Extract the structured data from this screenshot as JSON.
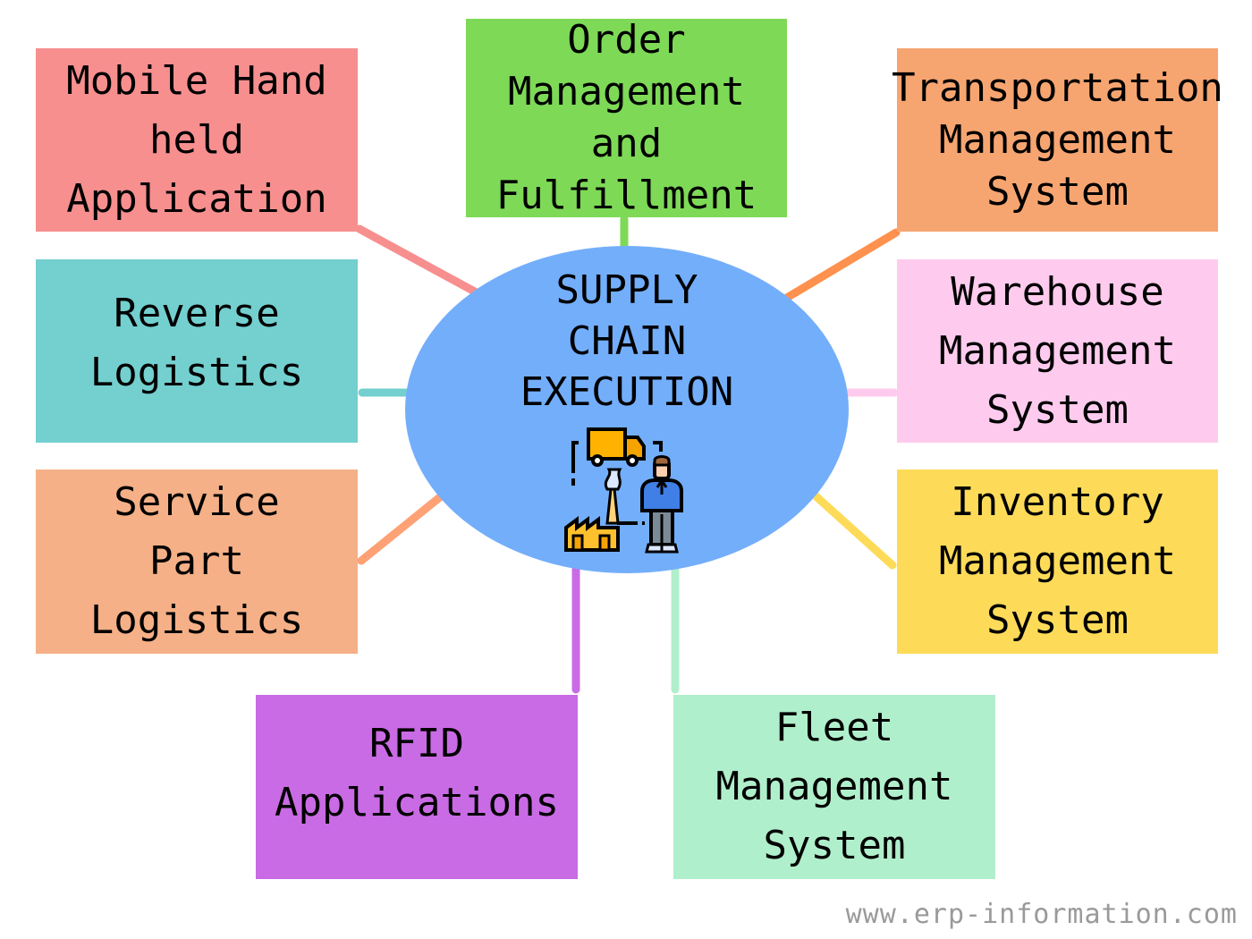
{
  "hub": {
    "title_lines": [
      "SUPPLY",
      "CHAIN",
      "EXECUTION"
    ],
    "color": "#73aefb",
    "icon": "logistics-factory-truck-worker-icon"
  },
  "nodes": [
    {
      "id": "mobile-handheld",
      "lines": [
        "Mobile Hand",
        "held",
        "Application"
      ],
      "color": "#f78f8f",
      "connector_color": "#f78f8f"
    },
    {
      "id": "order-management",
      "lines": [
        "Order",
        "Management",
        "and",
        "Fulfillment"
      ],
      "color": "#7ed957",
      "connector_color": "#7ed957"
    },
    {
      "id": "transportation-management",
      "lines": [
        "Transportation",
        "Management",
        "System"
      ],
      "color": "#f6a571",
      "connector_color": "#fe914d"
    },
    {
      "id": "reverse-logistics",
      "lines": [
        "Reverse",
        "Logistics"
      ],
      "color": "#74cfcf",
      "connector_color": "#74cfcf"
    },
    {
      "id": "warehouse-management",
      "lines": [
        "Warehouse",
        "Management",
        "System"
      ],
      "color": "#fecbee",
      "connector_color": "#fecbee"
    },
    {
      "id": "service-part-logistics",
      "lines": [
        "Service",
        "Part",
        "Logistics"
      ],
      "color": "#f5b087",
      "connector_color": "#fea174"
    },
    {
      "id": "inventory-management",
      "lines": [
        "Inventory",
        "Management",
        "System"
      ],
      "color": "#fddb59",
      "connector_color": "#fddb59"
    },
    {
      "id": "rfid-applications",
      "lines": [
        "RFID",
        "Applications"
      ],
      "color": "#c96be4",
      "connector_color": "#c96be4"
    },
    {
      "id": "fleet-management",
      "lines": [
        "Fleet",
        "Management",
        "System"
      ],
      "color": "#b0efcb",
      "connector_color": "#b0efcb"
    }
  ],
  "watermark": "www.erp-information.com"
}
